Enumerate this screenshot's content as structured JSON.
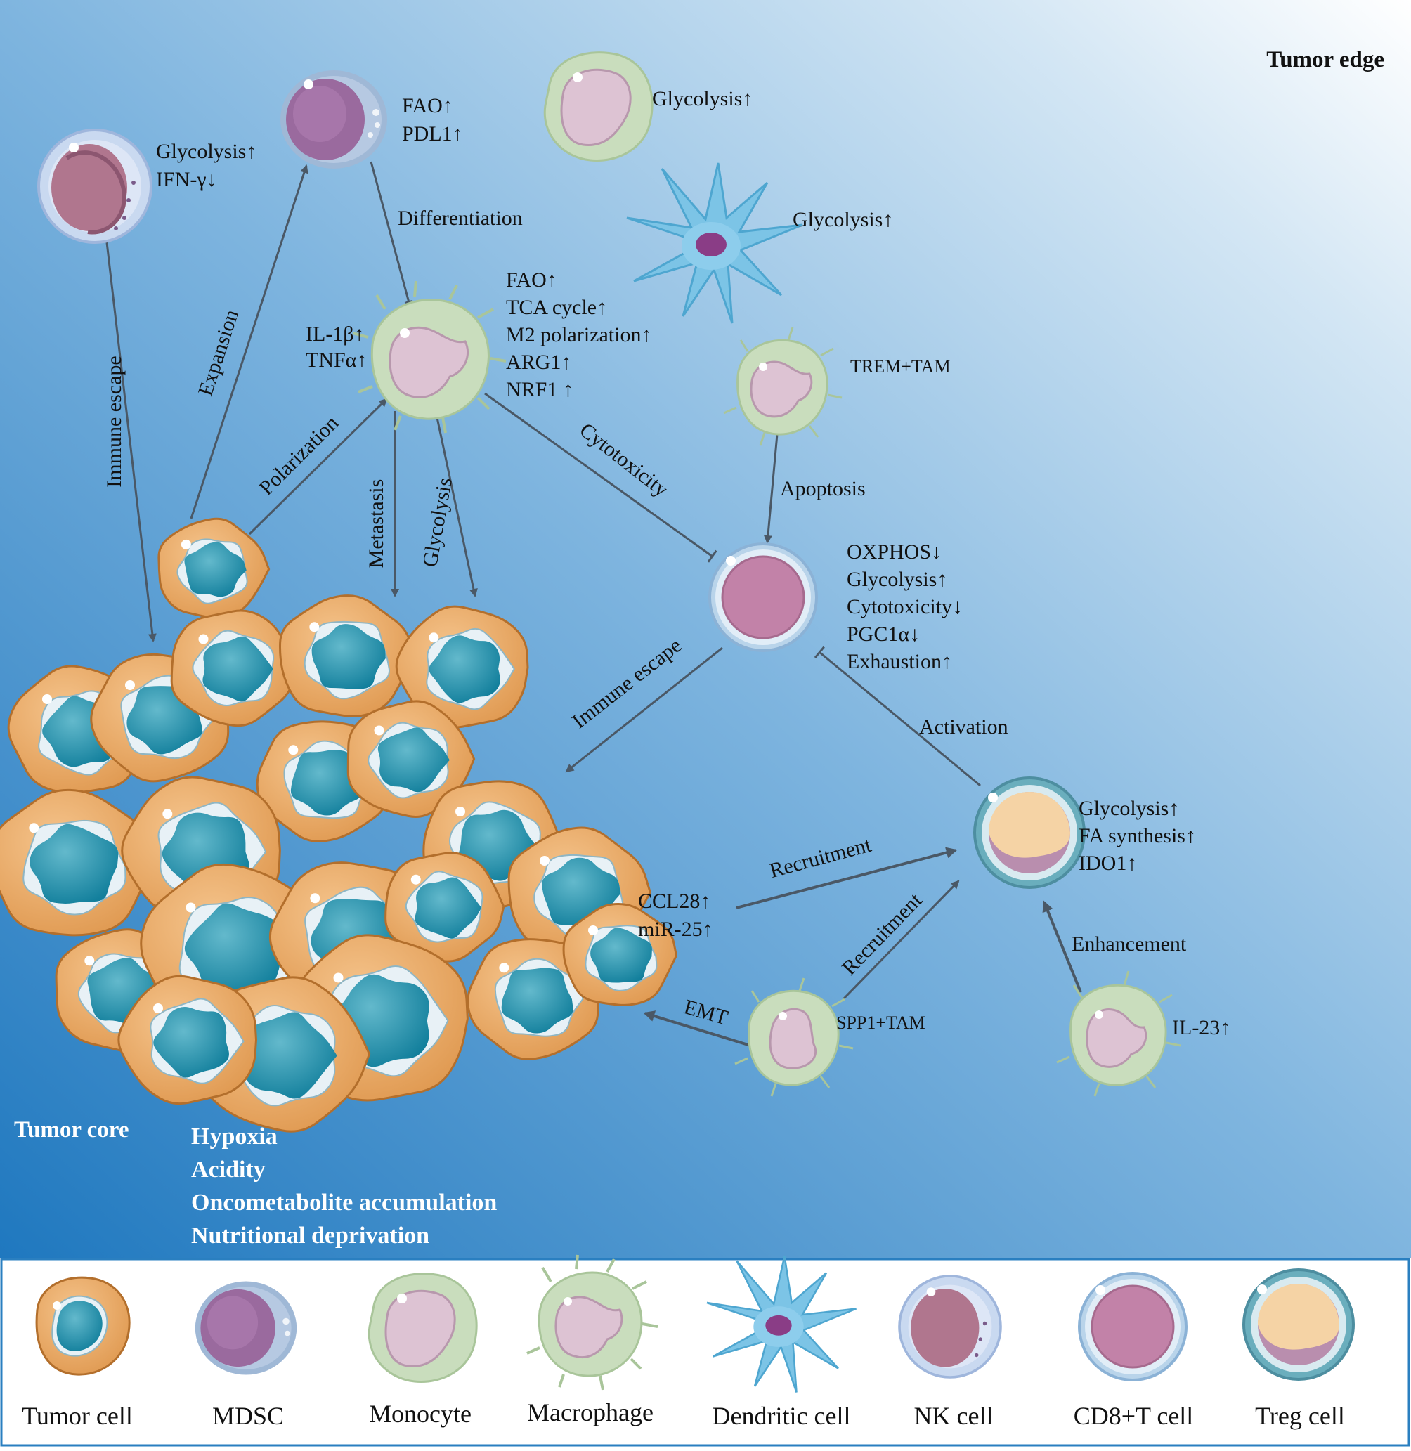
{
  "regions": {
    "tumor_edge": "Tumor edge",
    "tumor_core": "Tumor core",
    "conditions": [
      "Hypoxia",
      "Acidity",
      "Oncometabolite accumulation",
      "Nutritional deprivation"
    ]
  },
  "cells": {
    "nk_top": [
      "Glycolysis↑",
      "IFN-γ↓"
    ],
    "mdsc_top": [
      "FAO↑",
      "PDL1↑"
    ],
    "monocyte_top": [
      "Glycolysis↑"
    ],
    "dendritic_top": [
      "Glycolysis↑"
    ],
    "macrophage_center_left": [
      "IL-1β↑",
      "TNFα↑"
    ],
    "macrophage_center_right": [
      "FAO↑",
      "TCA cycle↑",
      "M2 polarization↑",
      "ARG1↑",
      "NRF1 ↑"
    ],
    "trem_tam": "TREM+TAM",
    "cd8": [
      "OXPHOS↓",
      "Glycolysis↑",
      "Cytotoxicity↓",
      "PGC1α↓",
      "Exhaustion↑"
    ],
    "treg": [
      "Glycolysis↑",
      "FA synthesis↑",
      "IDO1↑"
    ],
    "tumor_secretion": [
      "CCL28↑",
      "miR-25↑"
    ],
    "spp1_tam": "SPP1+TAM",
    "il23": "IL-23↑"
  },
  "arrows": {
    "immune_escape_left": "Immune escape",
    "expansion": "Expansion",
    "differentiation": "Differentiation",
    "polarization": "Polarization",
    "metastasis": "Metastasis",
    "glycolysis": "Glycolysis",
    "cytotoxicity": "Cytotoxicity",
    "apoptosis": "Apoptosis",
    "immune_escape_right": "Immune escape",
    "activation": "Activation",
    "recruitment_1": "Recruitment",
    "recruitment_2": "Recruitment",
    "emt": "EMT",
    "enhancement": "Enhancement"
  },
  "legend": [
    "Tumor cell",
    "MDSC",
    "Monocyte",
    "Macrophage",
    "Dendritic cell",
    "NK cell",
    "CD8+T cell",
    "Treg cell"
  ],
  "colors": {
    "bg_dark": "#2a7fc0",
    "bg_light": "#ffffff",
    "arrow": "#4a5866",
    "tumor_body": "#e9a862",
    "tumor_nucleus": "#1b8aa6",
    "macrophage": "#c9ddbd",
    "macrophage_nucleus": "#ddc3d3",
    "mdsc_nucleus": "#9a6a9e",
    "nk_nucleus": "#b0768e",
    "cd8_nucleus": "#c282a8",
    "treg_body": "#f5d3a5",
    "dendritic": "#7cc4e6",
    "legend_border": "#2a7fc0"
  }
}
